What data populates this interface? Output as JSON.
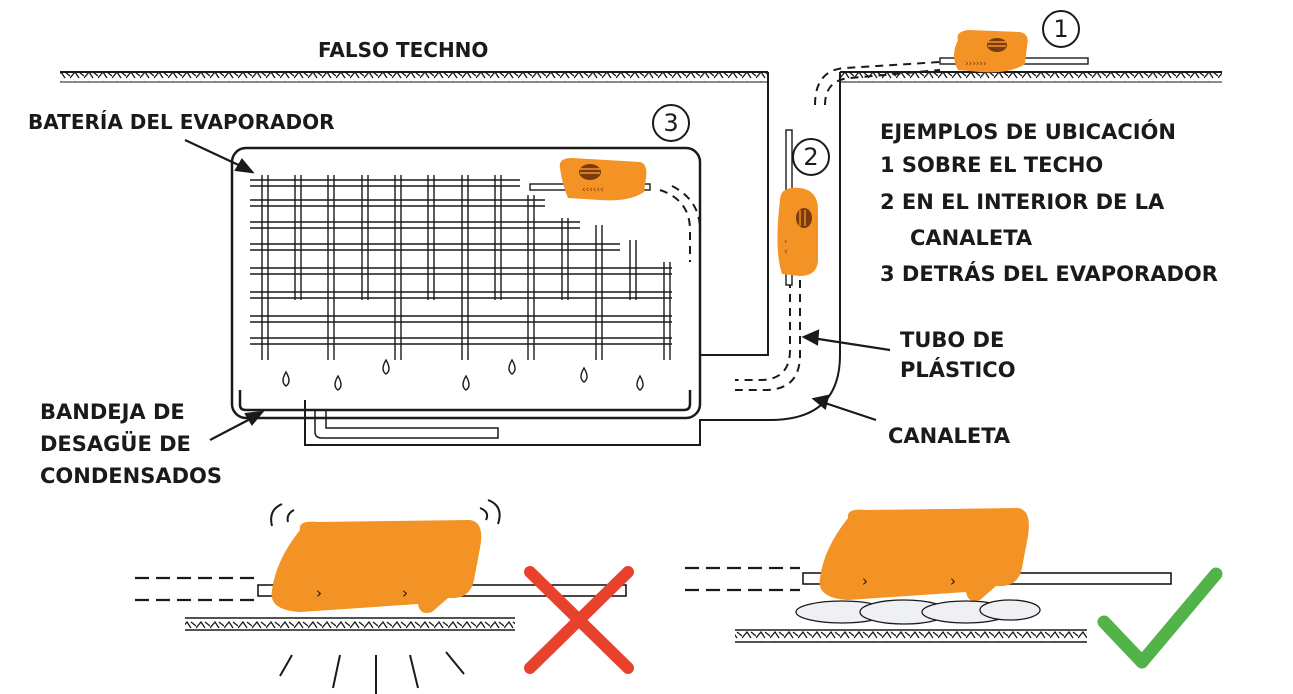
{
  "labels": {
    "ceiling": "FALSO TECHNO",
    "coil": "BATERÍA DEL EVAPORADOR",
    "tray_line1": "BANDEJA DE",
    "tray_line2": "DESAGÜE DE",
    "tray_line3": "CONDENSADOS",
    "tube_line1": "TUBO DE",
    "tube_line2": "PLÁSTICO",
    "channel": "CANALETA"
  },
  "examples": {
    "title": "EJEMPLOS DE UBICACIÓN",
    "items": [
      "1 SOBRE EL TECHO",
      "2 EN EL INTERIOR DE LA",
      "CANALETA",
      "3 DETRÁS DEL EVAPORADOR"
    ]
  },
  "markers": [
    "1",
    "2",
    "3"
  ],
  "colors": {
    "pump": "#f39325",
    "line": "#1a1a1a",
    "wrong": "#e8412c",
    "correct": "#52b448"
  },
  "icons": {
    "wrong": "cross-mark-icon",
    "correct": "check-mark-icon"
  }
}
